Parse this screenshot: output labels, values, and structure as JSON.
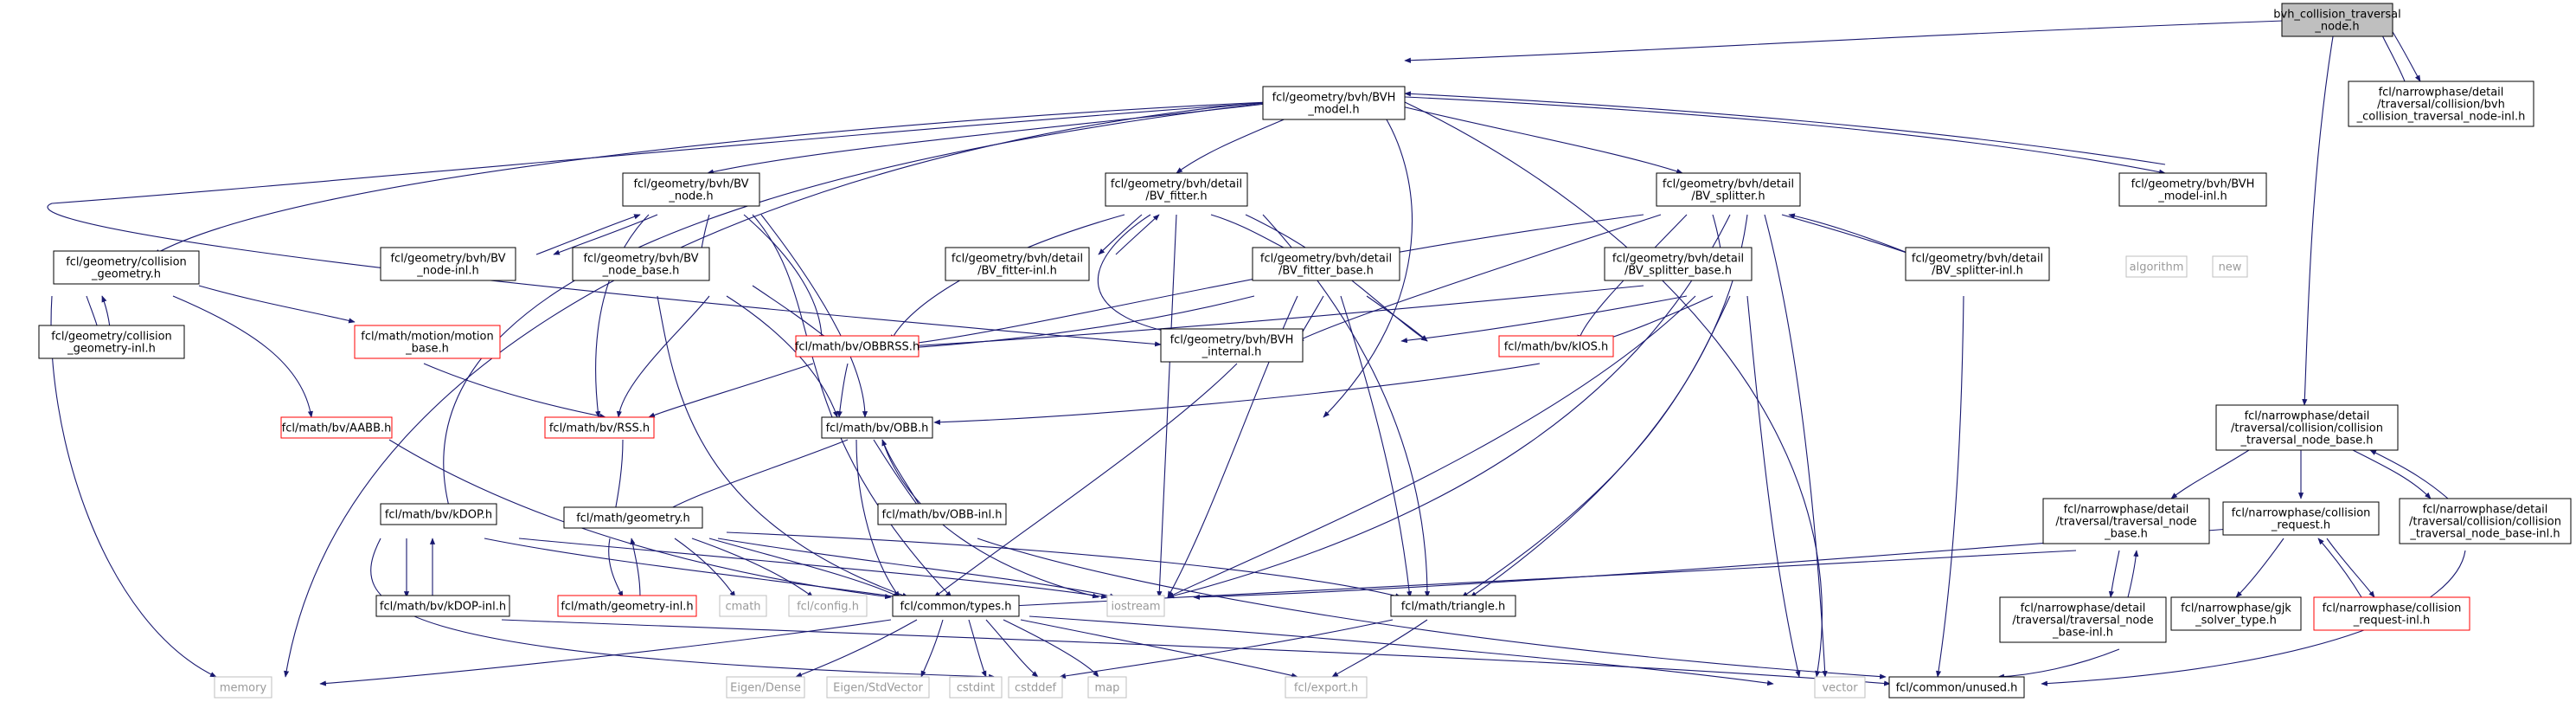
{
  "diagram": {
    "type": "include-dependency-graph",
    "colors": {
      "edge": "#191970",
      "node_border": "#000000",
      "external_node_border": "#bfbfbf",
      "incomplete_node_border": "#ff0000",
      "root_fill": "#bfbfbf"
    },
    "nodes": {
      "root": {
        "lines": [
          "bvh_collision_traversal",
          "_node.h"
        ]
      },
      "root_inl": {
        "lines": [
          "fcl/narrowphase/detail",
          "/traversal/collision/bvh",
          "_collision_traversal_node-inl.h"
        ]
      },
      "bvh_model": {
        "lines": [
          "fcl/geometry/bvh/BVH",
          "_model.h"
        ]
      },
      "bvh_model_inl": {
        "lines": [
          "fcl/geometry/bvh/BVH",
          "_model-inl.h"
        ]
      },
      "algorithm": {
        "lines": [
          "algorithm"
        ]
      },
      "new": {
        "lines": [
          "new"
        ]
      },
      "collision_geometry": {
        "lines": [
          "fcl/geometry/collision",
          "_geometry.h"
        ]
      },
      "collision_geometry_inl": {
        "lines": [
          "fcl/geometry/collision",
          "_geometry-inl.h"
        ]
      },
      "bv_node": {
        "lines": [
          "fcl/geometry/bvh/BV",
          "_node.h"
        ]
      },
      "bv_node_inl": {
        "lines": [
          "fcl/geometry/bvh/BV",
          "_node-inl.h"
        ]
      },
      "bv_node_base": {
        "lines": [
          "fcl/geometry/bvh/BV",
          "_node_base.h"
        ]
      },
      "bv_fitter": {
        "lines": [
          "fcl/geometry/bvh/detail",
          "/BV_fitter.h"
        ]
      },
      "bv_fitter_inl": {
        "lines": [
          "fcl/geometry/bvh/detail",
          "/BV_fitter-inl.h"
        ]
      },
      "bv_fitter_base": {
        "lines": [
          "fcl/geometry/bvh/detail",
          "/BV_fitter_base.h"
        ]
      },
      "bv_splitter": {
        "lines": [
          "fcl/geometry/bvh/detail",
          "/BV_splitter.h"
        ]
      },
      "bv_splitter_base": {
        "lines": [
          "fcl/geometry/bvh/detail",
          "/BV_splitter_base.h"
        ]
      },
      "bv_splitter_inl": {
        "lines": [
          "fcl/geometry/bvh/detail",
          "/BV_splitter-inl.h"
        ]
      },
      "motion_base": {
        "lines": [
          "fcl/math/motion/motion",
          "_base.h"
        ]
      },
      "obbrss": {
        "lines": [
          "fcl/math/bv/OBBRSS.h"
        ]
      },
      "bvh_internal": {
        "lines": [
          "fcl/geometry/bvh/BVH",
          "_internal.h"
        ]
      },
      "kios": {
        "lines": [
          "fcl/math/bv/kIOS.h"
        ]
      },
      "aabb": {
        "lines": [
          "fcl/math/bv/AABB.h"
        ]
      },
      "rss": {
        "lines": [
          "fcl/math/bv/RSS.h"
        ]
      },
      "obb": {
        "lines": [
          "fcl/math/bv/OBB.h"
        ]
      },
      "obb_inl": {
        "lines": [
          "fcl/math/bv/OBB-inl.h"
        ]
      },
      "kdop": {
        "lines": [
          "fcl/math/bv/kDOP.h"
        ]
      },
      "kdop_inl": {
        "lines": [
          "fcl/math/bv/kDOP-inl.h"
        ]
      },
      "geometry": {
        "lines": [
          "fcl/math/geometry.h"
        ]
      },
      "geometry_inl": {
        "lines": [
          "fcl/math/geometry-inl.h"
        ]
      },
      "cmath": {
        "lines": [
          "cmath"
        ]
      },
      "config": {
        "lines": [
          "fcl/config.h"
        ]
      },
      "types": {
        "lines": [
          "fcl/common/types.h"
        ]
      },
      "iostream": {
        "lines": [
          "iostream"
        ]
      },
      "triangle": {
        "lines": [
          "fcl/math/triangle.h"
        ]
      },
      "memory": {
        "lines": [
          "memory"
        ]
      },
      "eigen_dense": {
        "lines": [
          "Eigen/Dense"
        ]
      },
      "eigen_stdvector": {
        "lines": [
          "Eigen/StdVector"
        ]
      },
      "cstdint": {
        "lines": [
          "cstdint"
        ]
      },
      "cstddef": {
        "lines": [
          "cstddef"
        ]
      },
      "map": {
        "lines": [
          "map"
        ]
      },
      "export": {
        "lines": [
          "fcl/export.h"
        ]
      },
      "vector": {
        "lines": [
          "vector"
        ]
      },
      "unused": {
        "lines": [
          "fcl/common/unused.h"
        ]
      },
      "ctn_base": {
        "lines": [
          "fcl/narrowphase/detail",
          "/traversal/collision/collision",
          "_traversal_node_base.h"
        ]
      },
      "ctn_base_inl": {
        "lines": [
          "fcl/narrowphase/detail",
          "/traversal/collision/collision",
          "_traversal_node_base-inl.h"
        ]
      },
      "traversal_node_base": {
        "lines": [
          "fcl/narrowphase/detail",
          "/traversal/traversal_node",
          "_base.h"
        ]
      },
      "traversal_node_base_inl": {
        "lines": [
          "fcl/narrowphase/detail",
          "/traversal/traversal_node",
          "_base-inl.h"
        ]
      },
      "collision_request": {
        "lines": [
          "fcl/narrowphase/collision",
          "_request.h"
        ]
      },
      "collision_request_inl": {
        "lines": [
          "fcl/narrowphase/collision",
          "_request-inl.h"
        ]
      },
      "gjk_solver_type": {
        "lines": [
          "fcl/narrowphase/gjk",
          "_solver_type.h"
        ]
      }
    }
  }
}
